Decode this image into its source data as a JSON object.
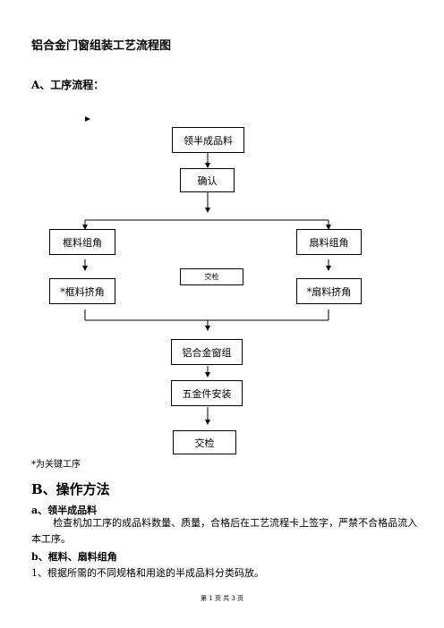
{
  "doc": {
    "title": "铝合金门窗组装工艺流程图",
    "section_a": "A、工序流程：",
    "flow": {
      "receive": "领半成品料",
      "confirm": "确认",
      "frame_corner": "框料组角",
      "sash_corner": "扇料组角",
      "handover_check_small": "交检",
      "frame_squeeze": "*框料挤角",
      "sash_squeeze": "*扇料挤角",
      "window_assembly": "铝合金窗组",
      "hardware_install": "五金件安装",
      "handover_check": "交检"
    },
    "key_note": "*为关键工序",
    "section_b": "B、操作方法",
    "sub_a": "a、领半成品料",
    "sub_a_text": "检查机加工序的成品料数量、质量，合格后在工艺流程卡上签字，严禁不合格品流入本工序。",
    "sub_b": "b、框料、扇料组角",
    "item_1": "1、根据所需的不同规格和用途的半成品料分类码放。",
    "footer": "第 1 页 共 3 页"
  }
}
